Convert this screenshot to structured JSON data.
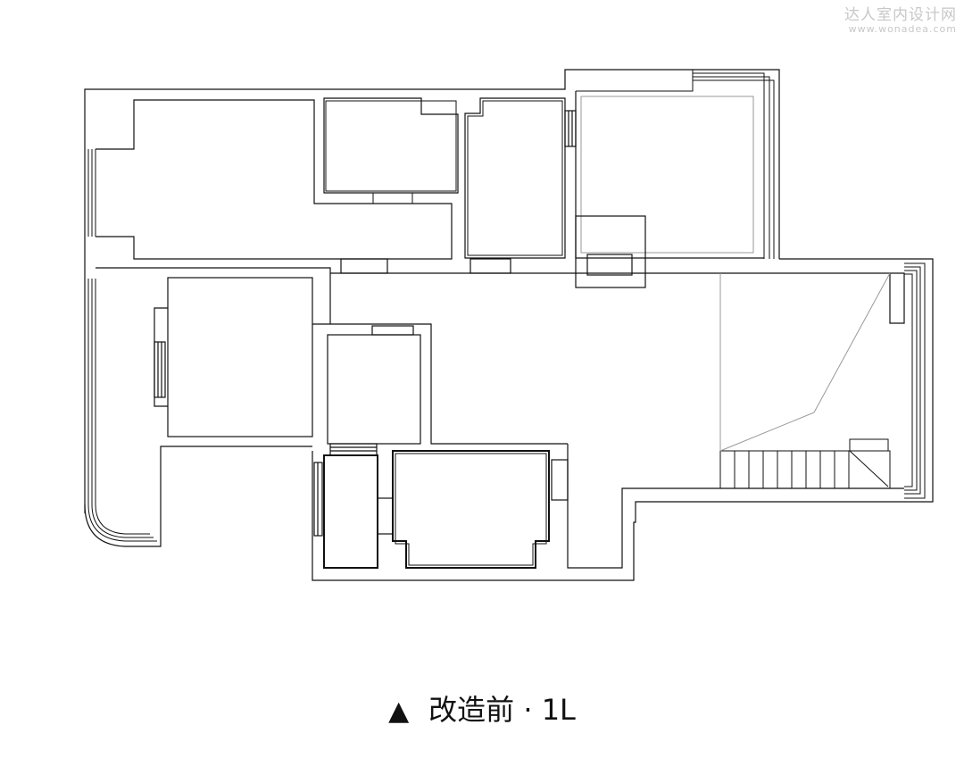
{
  "watermark": {
    "brand": "达人室内设计网",
    "url": "www.wonadea.com"
  },
  "caption": {
    "marker": "▲",
    "title": "改造前 · 1L"
  }
}
